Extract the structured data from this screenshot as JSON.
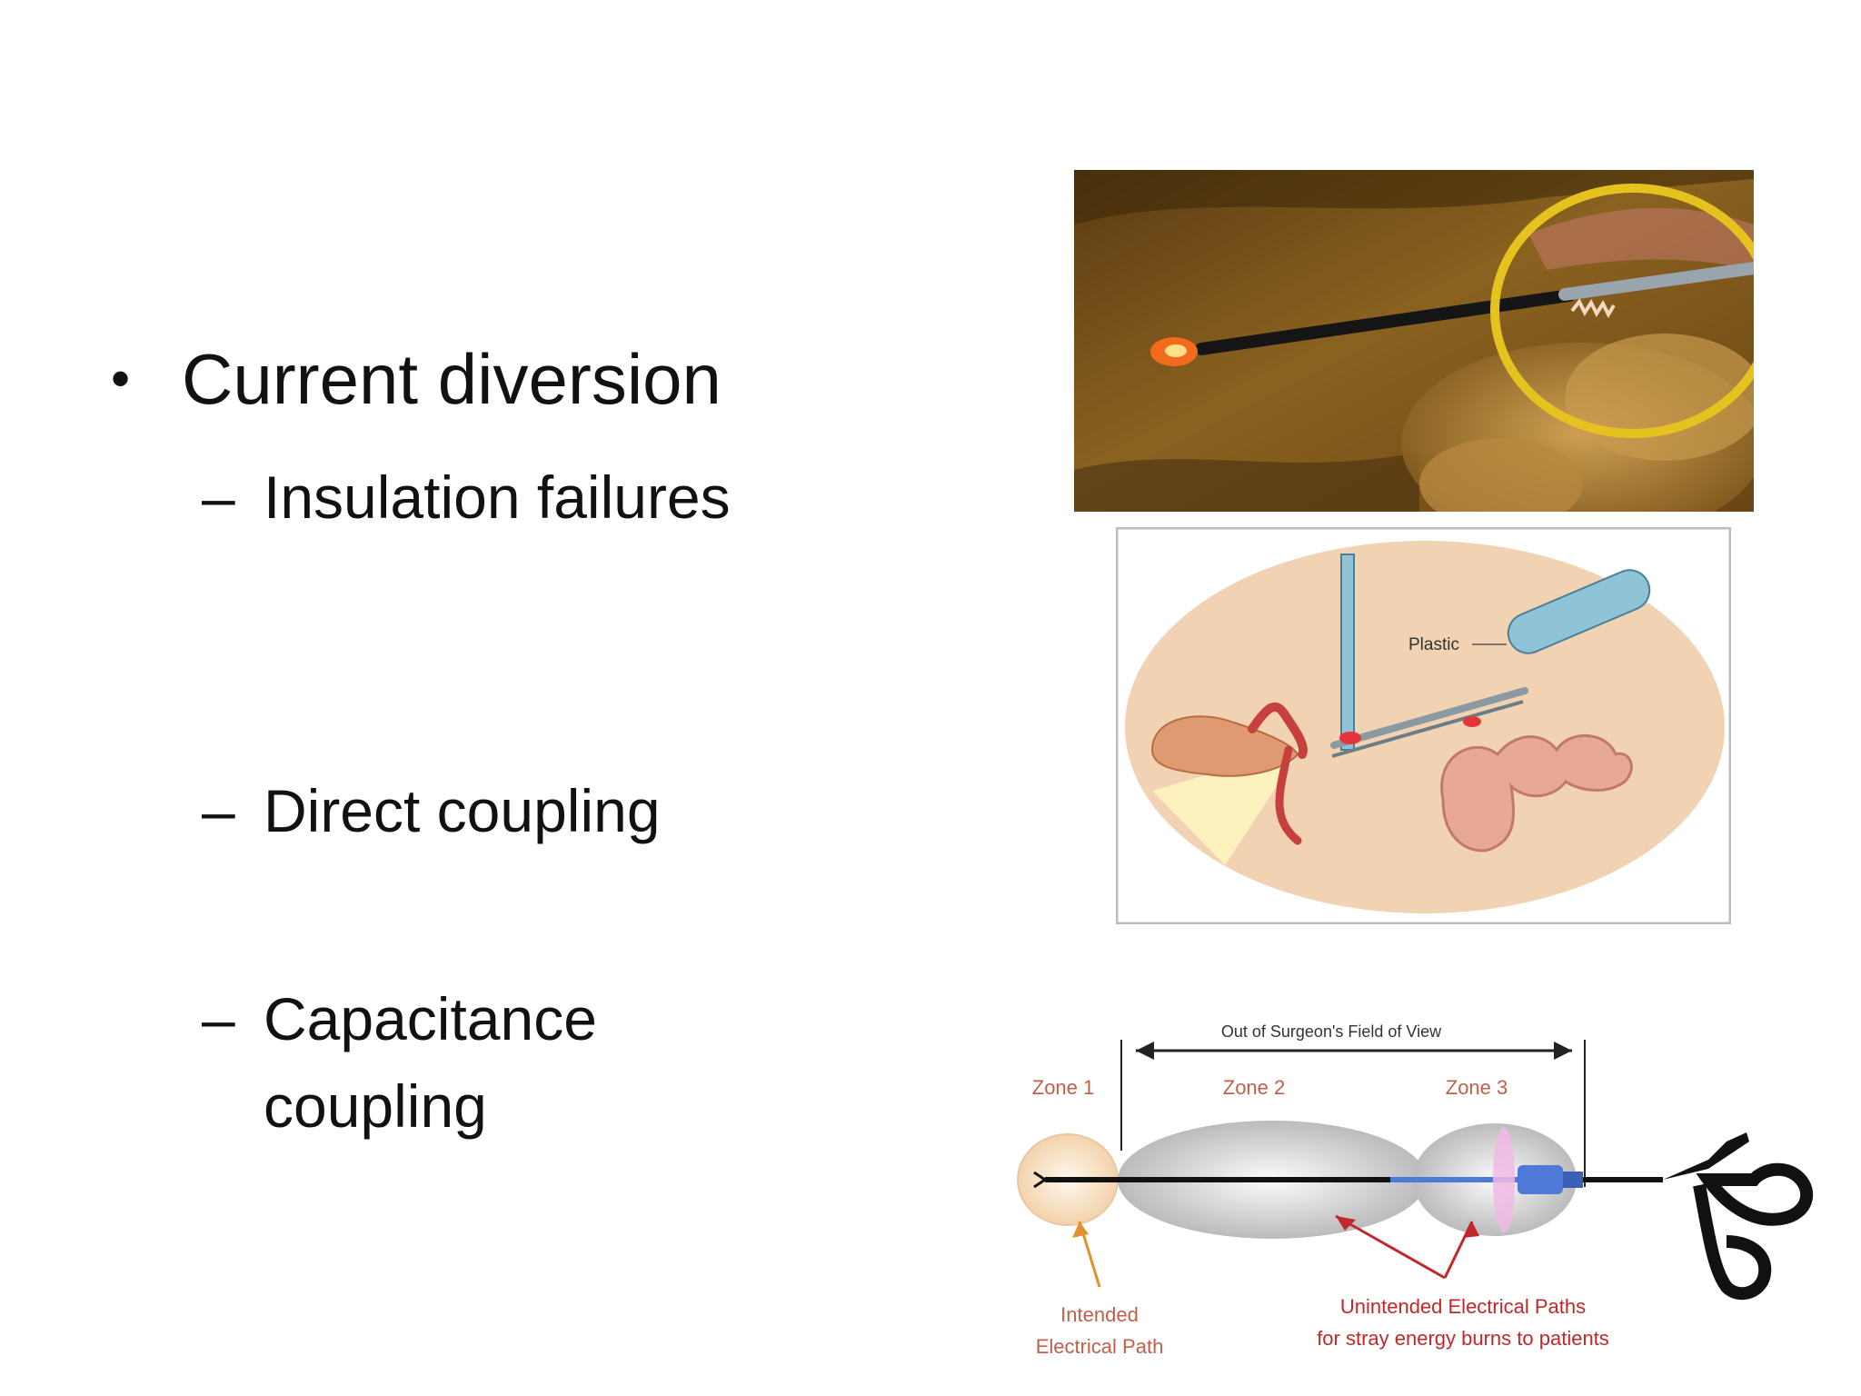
{
  "slide": {
    "bullet": {
      "symbol": "•",
      "text": "Current diversion"
    },
    "subitems": [
      {
        "dash": "–",
        "lines": [
          "Insulation failures"
        ]
      },
      {
        "dash": "–",
        "lines": [
          "Direct coupling"
        ]
      },
      {
        "dash": "–",
        "lines": [
          "Capacitance",
          "coupling"
        ]
      }
    ]
  },
  "figures": {
    "diagram": {
      "plastic_label": "Plastic"
    },
    "zones": {
      "header": "Out of Surgeon's Field of View",
      "zone1": "Zone 1",
      "zone2": "Zone 2",
      "zone3": "Zone 3",
      "intended_line1": "Intended",
      "intended_line2": "Electrical Path",
      "unintended_line1": "Unintended Electrical Paths",
      "unintended_line2": "for stray energy burns to patients"
    }
  },
  "colors": {
    "text": "#111111",
    "highlight_ring": "#e6c21f",
    "zone_label": "#c0604a",
    "intended_arrow": "#e0922f",
    "unintended_arrow": "#c2282a",
    "diagram_background": "#f1d3b4"
  }
}
